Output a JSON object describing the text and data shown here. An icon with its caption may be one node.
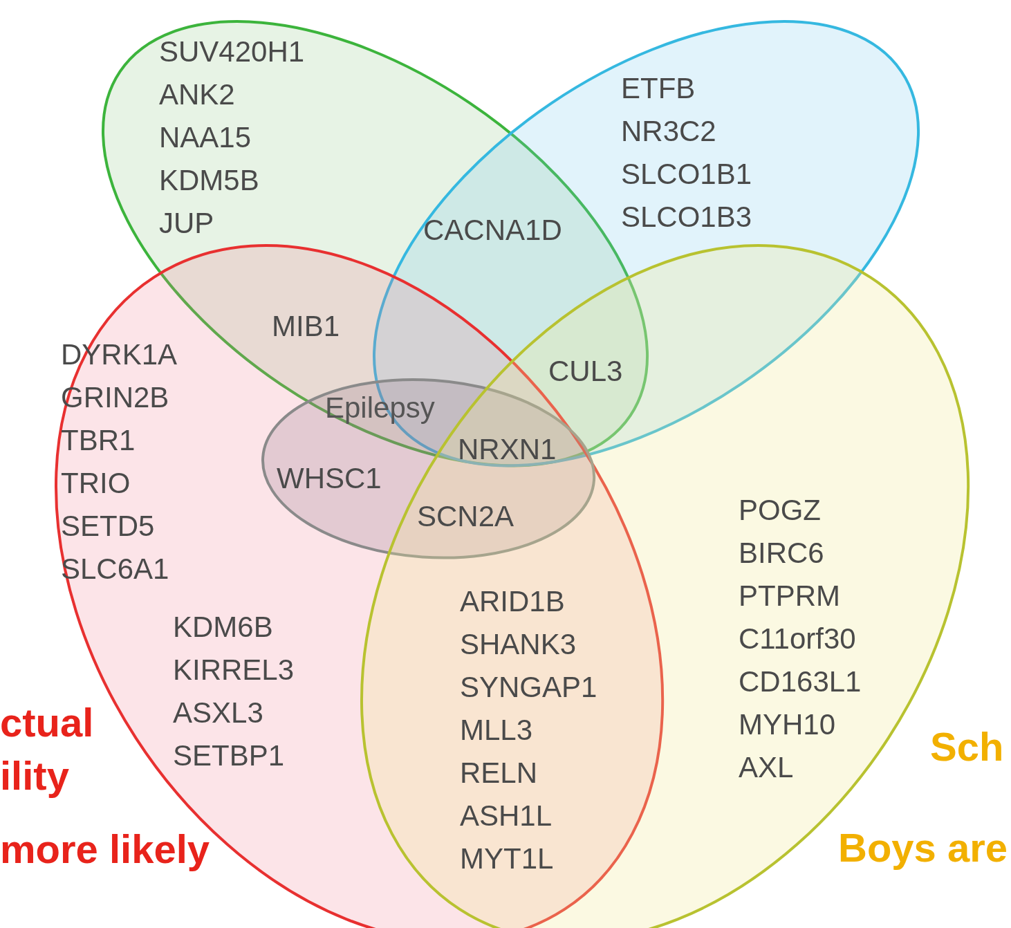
{
  "diagram": {
    "nodes": [
      {
        "text": [],
        "shape": "ellipse"
      },
      {
        "text": [],
        "shape": "ellipse"
      },
      {
        "text": [],
        "shape": "ellipse"
      },
      {
        "text": [],
        "shape": "ellipse"
      },
      {
        "text": [
          "Epilepsy"
        ],
        "in": 2
      }
    ],
    "labels": [
      "SUV420H1",
      "ANK2",
      "NAA15",
      "KDM5B",
      "JUP",
      "ETFB",
      "NR3C2",
      "SLCO1B1",
      "SLCO1B3",
      "CACNA1D",
      "MIB1",
      "DYRK1A",
      "GRIN2B",
      "TBR1",
      "TRIO",
      "SETD5",
      "SLC6A1",
      "CUL3",
      "NRXN1",
      "WHSC1",
      "SCN2A",
      "POGZ",
      "BIRC6",
      "PTPRM",
      "C11orf30",
      "CD163L1",
      "MYH10",
      "AXL",
      "KDM6B",
      "KIRREL3",
      "ASXL3",
      "SETBP1",
      "ARID1B",
      "SHANK3",
      "SYNGAP1",
      "MLL3",
      "RELN",
      "ASH1L",
      "MYT1L",
      "ctual",
      "ility",
      "more likely",
      "Sch",
      "Boys are"
    ]
  }
}
